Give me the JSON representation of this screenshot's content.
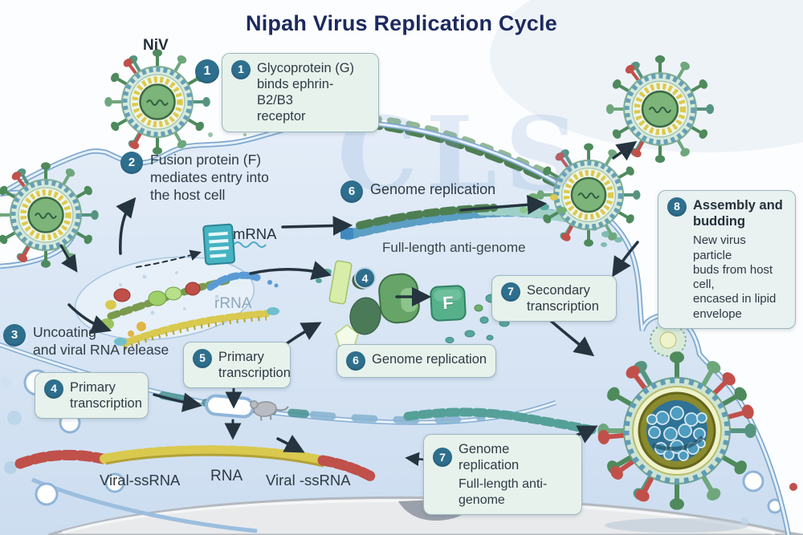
{
  "title": "Nipah Virus Replication Cycle",
  "watermark": "CLS",
  "virus_label": "NiV",
  "steps": {
    "s1": {
      "num": "1",
      "text": "Glycoprotein (G)\nbinds ephrin-B2/B3\nreceptor"
    },
    "s2": {
      "num": "2",
      "text": "Fusion protein (F)\nmediates entry into\nthe host cell"
    },
    "s3": {
      "num": "3",
      "text": "Uncoating\nand viral RNA release"
    },
    "s4": {
      "num": "4",
      "text": "Primary\ntranscription"
    },
    "s5": {
      "num": "5",
      "text": "Primary\ntranscription"
    },
    "s6_upper": {
      "num": "6",
      "text": "Genome replication"
    },
    "s6_lower": {
      "num": "6",
      "text": "Genome replication"
    },
    "s7_secondary": {
      "num": "7",
      "text": "Secondary\ntranscription"
    },
    "s7_genome": {
      "num": "7",
      "text": "Genome replication",
      "subtext": "Full-length anti-genome"
    },
    "s8": {
      "num": "8",
      "heading": "Assembly and\nbudding",
      "body": "New virus particle\nbuds from host cell,\nencased in lipid\nenvelope"
    },
    "s4_cluster_badge": "4"
  },
  "labels": {
    "mrna": "mRNA",
    "rrna": "rRNA",
    "anti_genome": "Full-length anti-genome",
    "f_protein": "F",
    "viral_ssrna_left": "Viral-ssRNA",
    "rna": "RNA",
    "viral_ssrna_right": "Viral -ssRNA"
  },
  "colors": {
    "title": "#1c2a5e",
    "badge": "#2e6f8e",
    "box_fill": "#e7f2ec",
    "box_border": "#9fb6bd",
    "membrane": "#7fa9cf",
    "cell_fill": "#d9e6f4",
    "arrow": "#25343f",
    "f_square": "#56b18b",
    "rna_yellow": "#d9c94f",
    "rna_red": "#c0504a"
  }
}
